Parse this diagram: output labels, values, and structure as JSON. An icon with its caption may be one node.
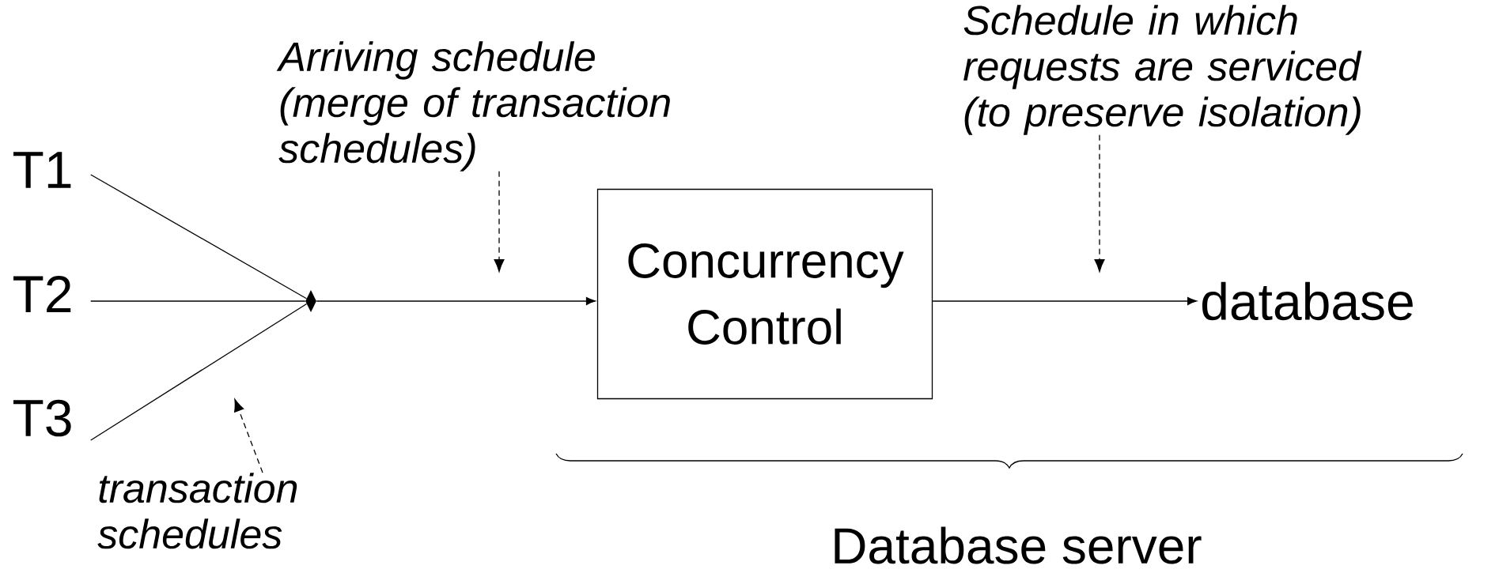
{
  "diagram": {
    "nodes": [
      {
        "text": [
          "T1"
        ]
      },
      {
        "text": [
          "T2"
        ]
      },
      {
        "text": [
          "T3"
        ]
      },
      {
        "text": [],
        "shape": "diamond"
      },
      {
        "text": [
          "Concurrency Control"
        ]
      },
      {
        "text": [
          "database"
        ]
      },
      {
        "text": [
          "Arriving schedule (merge of transaction schedules)"
        ]
      },
      {
        "text": [
          "Schedule in which requests are serviced (to preserve isolation)"
        ]
      },
      {
        "text": [
          "transaction schedules"
        ]
      }
    ],
    "edges": [
      {
        "from": 0,
        "to": 3,
        "arrow": "none"
      },
      {
        "from": 1,
        "to": 3,
        "arrow": "none"
      },
      {
        "from": 2,
        "to": 3,
        "arrow": "none"
      },
      {
        "from": 3,
        "to": 4,
        "arrow": "to"
      },
      {
        "from": 4,
        "to": 5,
        "arrow": "to"
      },
      {
        "from": 6,
        "to": null,
        "arrow": "to",
        "style": "dashed"
      },
      {
        "from": 7,
        "to": null,
        "arrow": "to",
        "style": "dashed"
      },
      {
        "from": 8,
        "to": null,
        "arrow": "to",
        "style": "dashed"
      }
    ],
    "labels": [
      "Database server"
    ]
  }
}
